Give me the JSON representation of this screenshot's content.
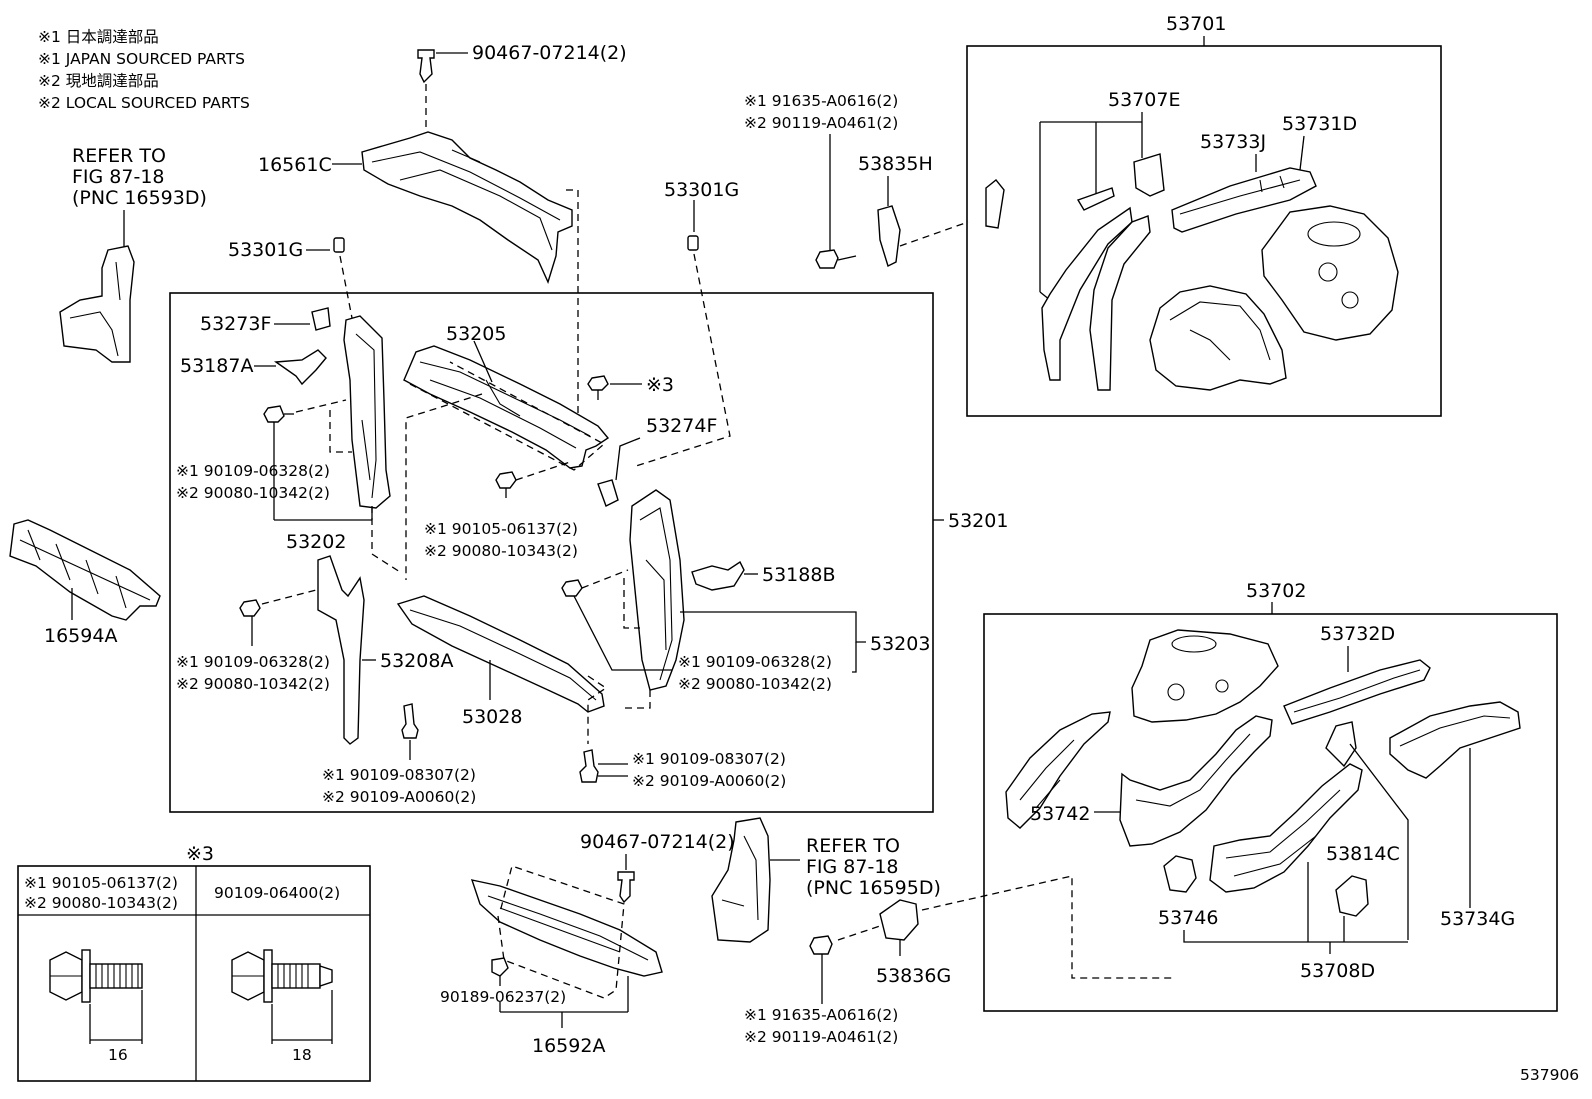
{
  "legend": [
    "※1 日本調達部品",
    "※1 JAPAN SOURCED PARTS",
    "※2 現地調達部品",
    "※2 LOCAL SOURCED PARTS"
  ],
  "refer_top": [
    "REFER TO",
    "FIG 87-18",
    "(PNC 16593D)"
  ],
  "refer_bottom": [
    "REFER TO",
    "FIG 87-18",
    "(PNC 16595D)"
  ],
  "labels": {
    "p90467_top": "90467-07214(2)",
    "p16561C": "16561C",
    "p53301G_left": "53301G",
    "p53301G_mid": "53301G",
    "p53273F": "53273F",
    "p53187A": "53187A",
    "p53205": "53205",
    "mark3": "※3",
    "p53274F": "53274F",
    "a_06328_1": "※1 90109-06328(2)",
    "a_10342_1": "※2 90080-10342(2)",
    "p53202": "53202",
    "b_06137": "※1 90105-06137(2)",
    "b_10343": "※2 90080-10343(2)",
    "p53201": "53201",
    "p53188B": "53188B",
    "p16594A": "16594A",
    "c_06328_2": "※1 90109-06328(2)",
    "c_10342_2": "※2 90080-10342(2)",
    "p53208A": "53208A",
    "p53028": "53028",
    "p53203": "53203",
    "d_06328_3": "※1 90109-06328(2)",
    "d_10342_3": "※2 90080-10342(2)",
    "e_08307_1": "※1 90109-08307(2)",
    "e_A0060_1": "※2 90109-A0060(2)",
    "f_08307_2": "※1 90109-08307(2)",
    "f_A0060_2": "※2 90109-A0060(2)",
    "g_A0616_1": "※1 91635-A0616(2)",
    "g_A0461_1": "※2 90119-A0461(2)",
    "p53835H": "53835H",
    "p53701": "53701",
    "p53707E": "53707E",
    "p53733J": "53733J",
    "p53731D": "53731D",
    "p53702": "53702",
    "p53732D": "53732D",
    "p53742": "53742",
    "p53814C": "53814C",
    "p53746": "53746",
    "p53734G": "53734G",
    "p53708D": "53708D",
    "p53836G": "53836G",
    "h_A0616_2": "※1 91635-A0616(2)",
    "h_A0461_2": "※2 90119-A0461(2)",
    "p90467_bottom": "90467-07214(2)",
    "p90189": "90189-06237(2)",
    "p16592A": "16592A",
    "footer_code": "537906"
  },
  "fastener_table": {
    "title": "※3",
    "col1_line1": "※1 90105-06137(2)",
    "col1_line2": "※2 90080-10343(2)",
    "col2": "90109-06400(2)",
    "dim1": "16",
    "dim2": "18"
  }
}
